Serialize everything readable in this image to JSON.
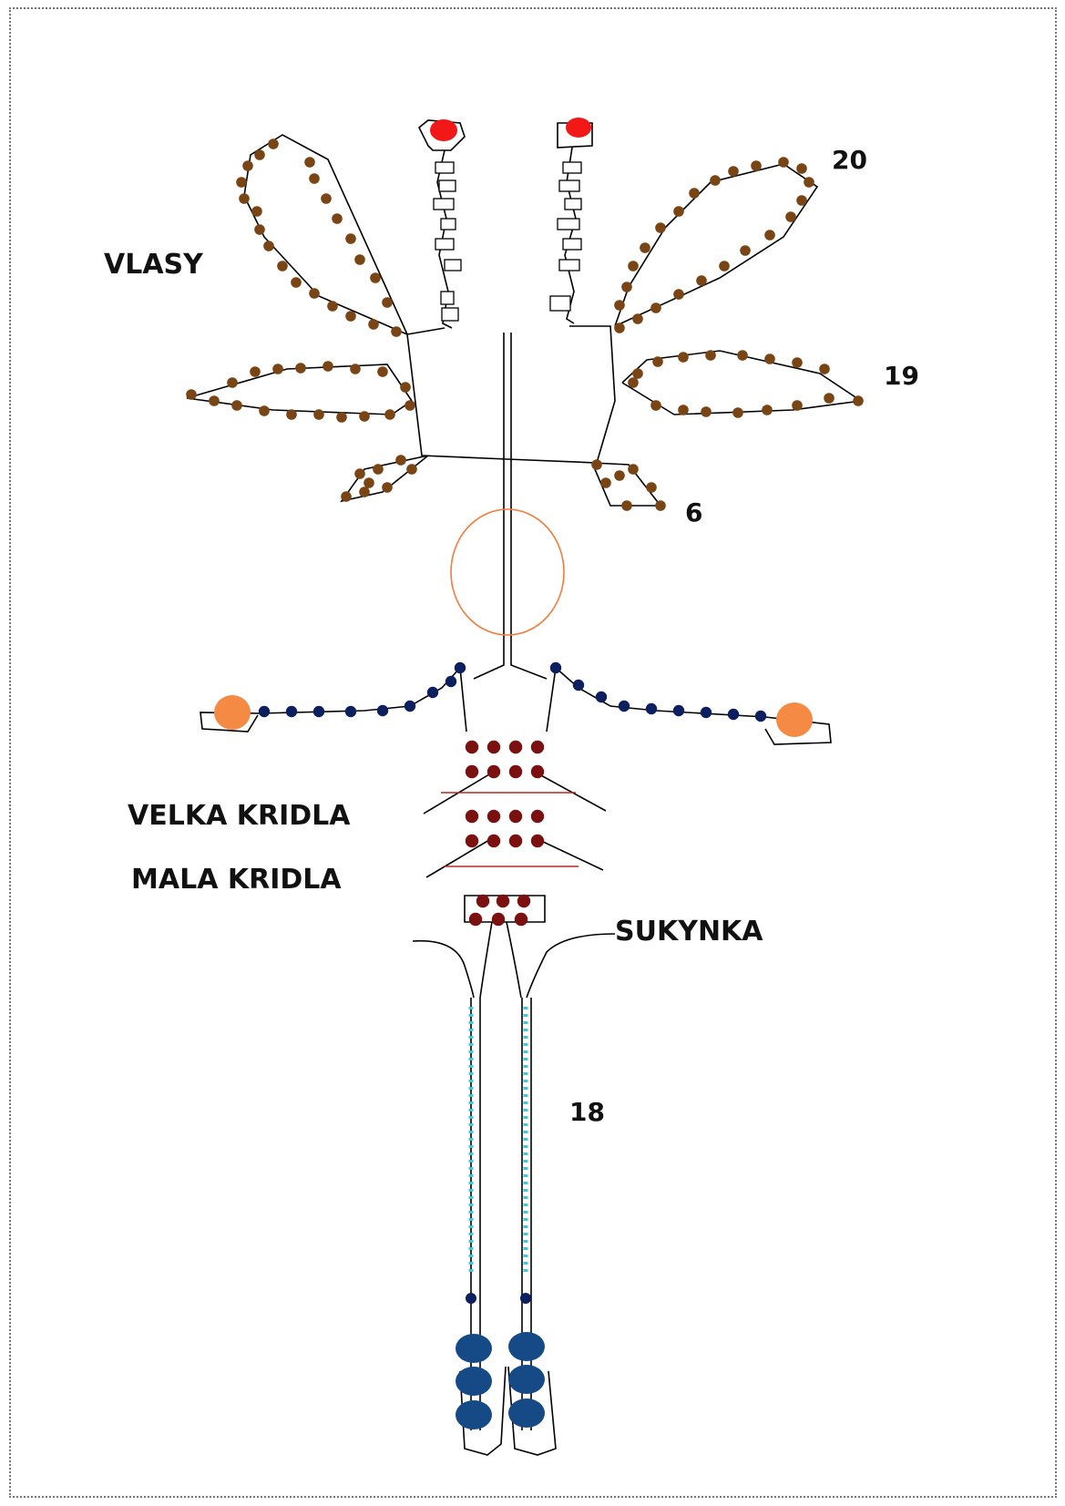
{
  "labels": {
    "hair": "VLASY",
    "big_wings": "VELKA KRIDLA",
    "small_wings": "MALA KRIDLA",
    "skirt": "SUKYNKA",
    "count_20": "20",
    "count_19": "19",
    "count_6": "6",
    "count_18": "18"
  },
  "colors": {
    "hair_bead": "#7a4514",
    "arm_bead": "#0c1f5e",
    "body_bead": "#7a1010",
    "head_bead": "#f21818",
    "hand_bead": "#f58a45",
    "leg_bead": "#40c8dc",
    "foot_bead": "#154a86",
    "head_ring": "#f57a3c",
    "wing_line": "#b42828",
    "wire": "#000000"
  }
}
